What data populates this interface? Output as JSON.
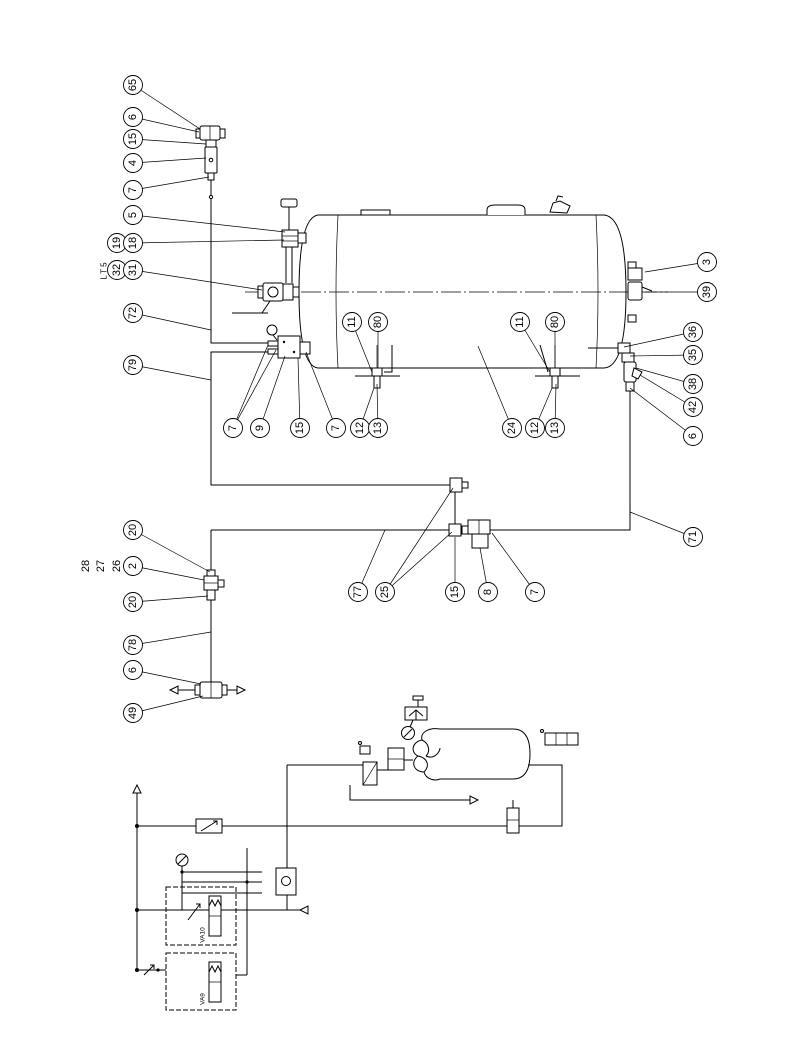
{
  "callouts": {
    "left": [
      "65",
      "6",
      "15",
      "4",
      "7",
      "5",
      "18",
      "31",
      "72",
      "79",
      "20",
      "2",
      "20",
      "78",
      "6",
      "49"
    ],
    "left_extra": [
      "19",
      "32",
      "26",
      "27",
      "28"
    ],
    "bottom": [
      "7",
      "9",
      "15",
      "7",
      "12",
      "13",
      "24",
      "12",
      "13"
    ],
    "supports": [
      "11",
      "80",
      "11",
      "80"
    ],
    "right": [
      "3",
      "39",
      "36",
      "35",
      "38",
      "42",
      "6",
      "71"
    ],
    "middle": [
      "77",
      "25",
      "15",
      "8",
      "7"
    ]
  },
  "labels": {
    "tag": "LT5",
    "valve_a": "VA10",
    "valve_b": "VA9"
  }
}
